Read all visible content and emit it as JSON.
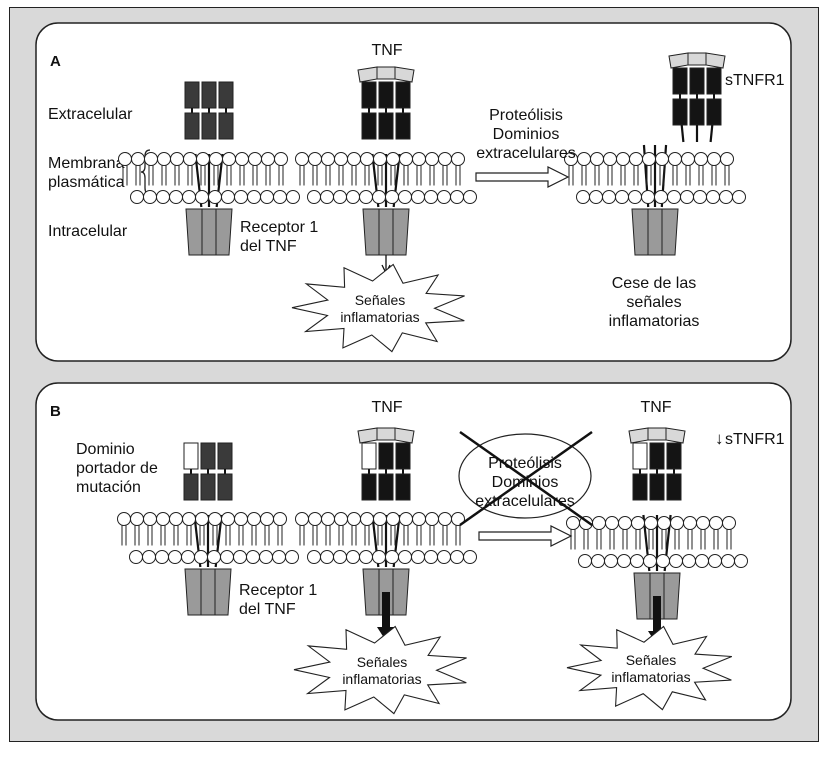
{
  "panels": [
    {
      "id": "A",
      "label": "A",
      "side_labels": {
        "extracellular": "Extracelular",
        "membrane_line1": "Membrana",
        "membrane_line2": "plasmática",
        "intracellular": "Intracelular"
      },
      "receptor_label_line1": "Receptor 1",
      "receptor_label_line2": "del TNF",
      "tnf_label": "TNF",
      "process_line1": "Proteólisis",
      "process_line2": "Dominios",
      "process_line3": "extracelulares",
      "soluble_label": "sTNFR1",
      "signal_line1": "Señales",
      "signal_line2": "inflamatorias",
      "outcome_line1": "Cese de las",
      "outcome_line2": "señales",
      "outcome_line3": "inflamatorias"
    },
    {
      "id": "B",
      "label": "B",
      "mutation_line1": "Dominio",
      "mutation_line2": "portador de",
      "mutation_line3": "mutación",
      "receptor_label_line1": "Receptor 1",
      "receptor_label_line2": "del TNF",
      "tnf_label_1": "TNF",
      "tnf_label_2": "TNF",
      "process_line1": "Proteólisis",
      "process_line2": "Dominios",
      "process_line3": "extracelulares",
      "soluble_label": "sTNFR1",
      "soluble_arrow": "↓",
      "signal1_line1": "Señales",
      "signal1_line2": "inflamatorias",
      "signal2_line1": "Señales",
      "signal2_line2": "inflamatorias"
    }
  ],
  "colors": {
    "frame_bg": "#d9d9d9",
    "domain_dark": "#3a3a3a",
    "domain_bound": "#141414",
    "tnf_cap": "#d8d8d8",
    "intracellular": "#9a9a9a",
    "mutant": "#ffffff"
  }
}
